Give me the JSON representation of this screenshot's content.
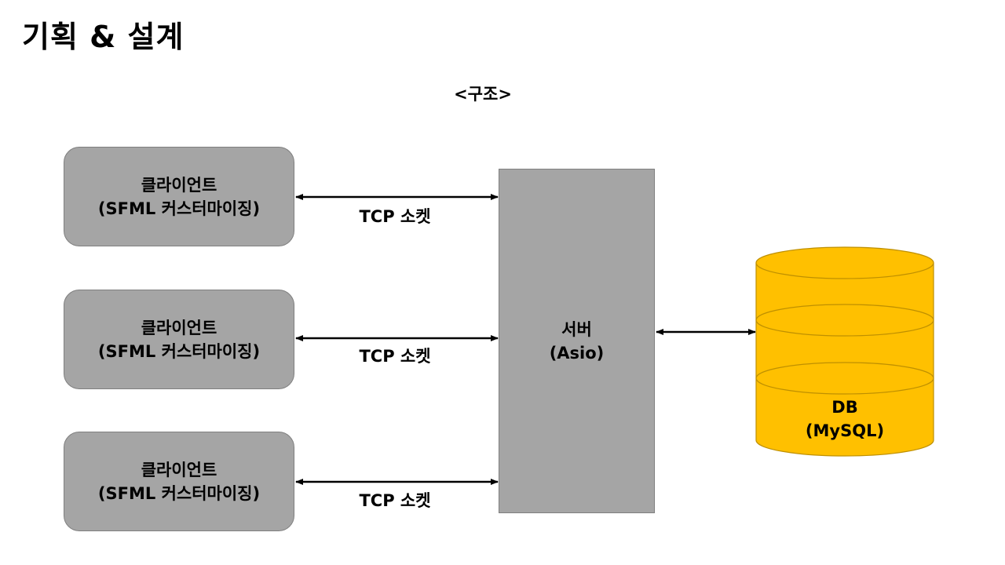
{
  "page": {
    "title": "기획 & 설계"
  },
  "diagram": {
    "title": "<구조>"
  },
  "clients": [
    {
      "name": "클라이언트",
      "tech": "(SFML 커스터마이징)",
      "connection": "TCP 소켓"
    },
    {
      "name": "클라이언트",
      "tech": "(SFML 커스터마이징)",
      "connection": "TCP 소켓"
    },
    {
      "name": "클라이언트",
      "tech": "(SFML 커스터마이징)",
      "connection": "TCP 소켓"
    }
  ],
  "server": {
    "name": "서버",
    "tech": "(Asio)"
  },
  "database": {
    "name": "DB",
    "tech": "(MySQL)",
    "icon": "database-cylinder-icon"
  },
  "colors": {
    "node_fill": "#a5a5a5",
    "node_border": "#7f7f7f",
    "db_fill": "#ffc000",
    "db_border": "#bf9000",
    "arrow": "#000000"
  }
}
